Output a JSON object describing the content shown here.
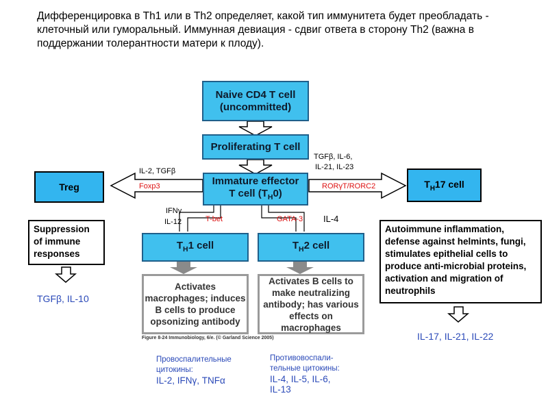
{
  "intro": "Дифференцировка в Th1 или в Th2 определяет, какой тип иммунитета будет преобладать - клеточный или гуморальный. Иммунная девиация - сдвиг ответа в сторону Th2 (важна в поддержании толерантности матери к плоду).",
  "nodes": {
    "naive": "Naive CD4 T cell (uncommitted)",
    "proliferating": "Proliferating T cell",
    "immature_a": "Immature effector",
    "immature_b": "T cell (T",
    "immature_sub": "H",
    "immature_c": "0)",
    "th1_main": "T",
    "th1_sub": "H",
    "th1_rest": "1 cell",
    "th2_main": "T",
    "th2_sub": "H",
    "th2_rest": "2 cell",
    "th1_effect": "Activates macrophages; induces B cells to produce opsonizing antibody",
    "th2_effect": "Activates B cells to make neutralizing antibody; has various effects on macrophages",
    "treg": "Treg",
    "th17_main": "T",
    "th17_sub": "H",
    "th17_rest": "17 cell",
    "treg_effect": "Suppression of immune responses",
    "th17_effect": "Autoimmune inflammation, defense against helmints, fungi, stimulates epithelial cells to produce anti-microbial proteins, activation and migration of neutrophils"
  },
  "labels": {
    "il2_tgfb": "IL-2, TGFβ",
    "foxp3": "Foxp3",
    "tgfb_il6": "TGFβ, IL-6,",
    "il21_il23": "IL-21, IL-23",
    "ror": "RORγT/RORC2",
    "ifng": "IFNγ",
    "il12": "IL-12",
    "tbet": "T-bet",
    "gata3": "GATA-3",
    "il4": "IL-4",
    "treg_cytokines": "TGFβ, IL-10",
    "th17_cytokines": "IL-17, IL-21, IL-22",
    "credit": "Figure 8-24 Immunobiology, 6/e. (© Garland Science 2005)",
    "th1_caption_1": "Провоспалительные",
    "th1_caption_2": "цитокины:",
    "th1_caption_3": "IL-2, IFNγ, TNFα",
    "th2_caption_1": "Противовоспали-",
    "th2_caption_2": "тельные цитокины:",
    "th2_caption_3": "IL-4, IL-5, IL-6,",
    "th2_caption_4": "IL-13"
  },
  "colors": {
    "cell_blue": "#40c0ee",
    "cell_border": "#1f5f8a",
    "label_red": "#d11111",
    "caption_blue": "#2a49b8"
  }
}
